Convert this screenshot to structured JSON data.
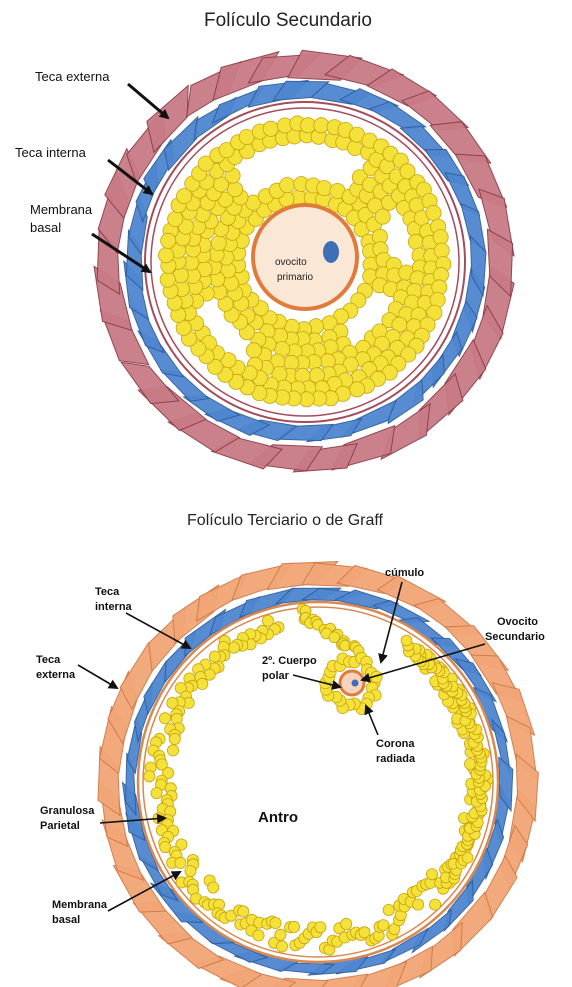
{
  "figure1": {
    "title": "Folículo   Secundario",
    "labels": {
      "teca_externa": "Teca externa",
      "teca_interna": "Teca interna",
      "membrana_1": "Membrana",
      "membrana_2": "basal",
      "ovocito_1": "ovocito",
      "ovocito_2": "primario"
    },
    "colors": {
      "teca_externa": "#c97b85",
      "teca_interna": "#4f86d0",
      "granulosa": "#f4e23a",
      "ovocito_ring": "#e07b3a",
      "ovocito_fill": "#fbe7d6",
      "nucleus": "#3d6fb8"
    }
  },
  "figure2": {
    "title": "Folículo Terciario o de Graff",
    "labels": {
      "cumulo": "cúmulo",
      "ovocito_1": "Ovocito",
      "ovocito_2": "Secundario",
      "teca_interna_1": "Teca",
      "teca_interna_2": "interna",
      "teca_externa_1": "Teca",
      "teca_externa_2": "externa",
      "cuerpo_1": "2º. Cuerpo",
      "cuerpo_2": "polar",
      "corona_1": "Corona",
      "corona_2": "radiada",
      "antro": "Antro",
      "granulosa_1": "Granulosa",
      "granulosa_2": "Parietal",
      "membrana_1": "Membrana",
      "membrana_2": "basal"
    },
    "colors": {
      "teca_externa": "#f2a677",
      "teca_interna": "#4f86d0",
      "granulosa": "#f4e23a",
      "membrana": "#d9884f"
    }
  }
}
